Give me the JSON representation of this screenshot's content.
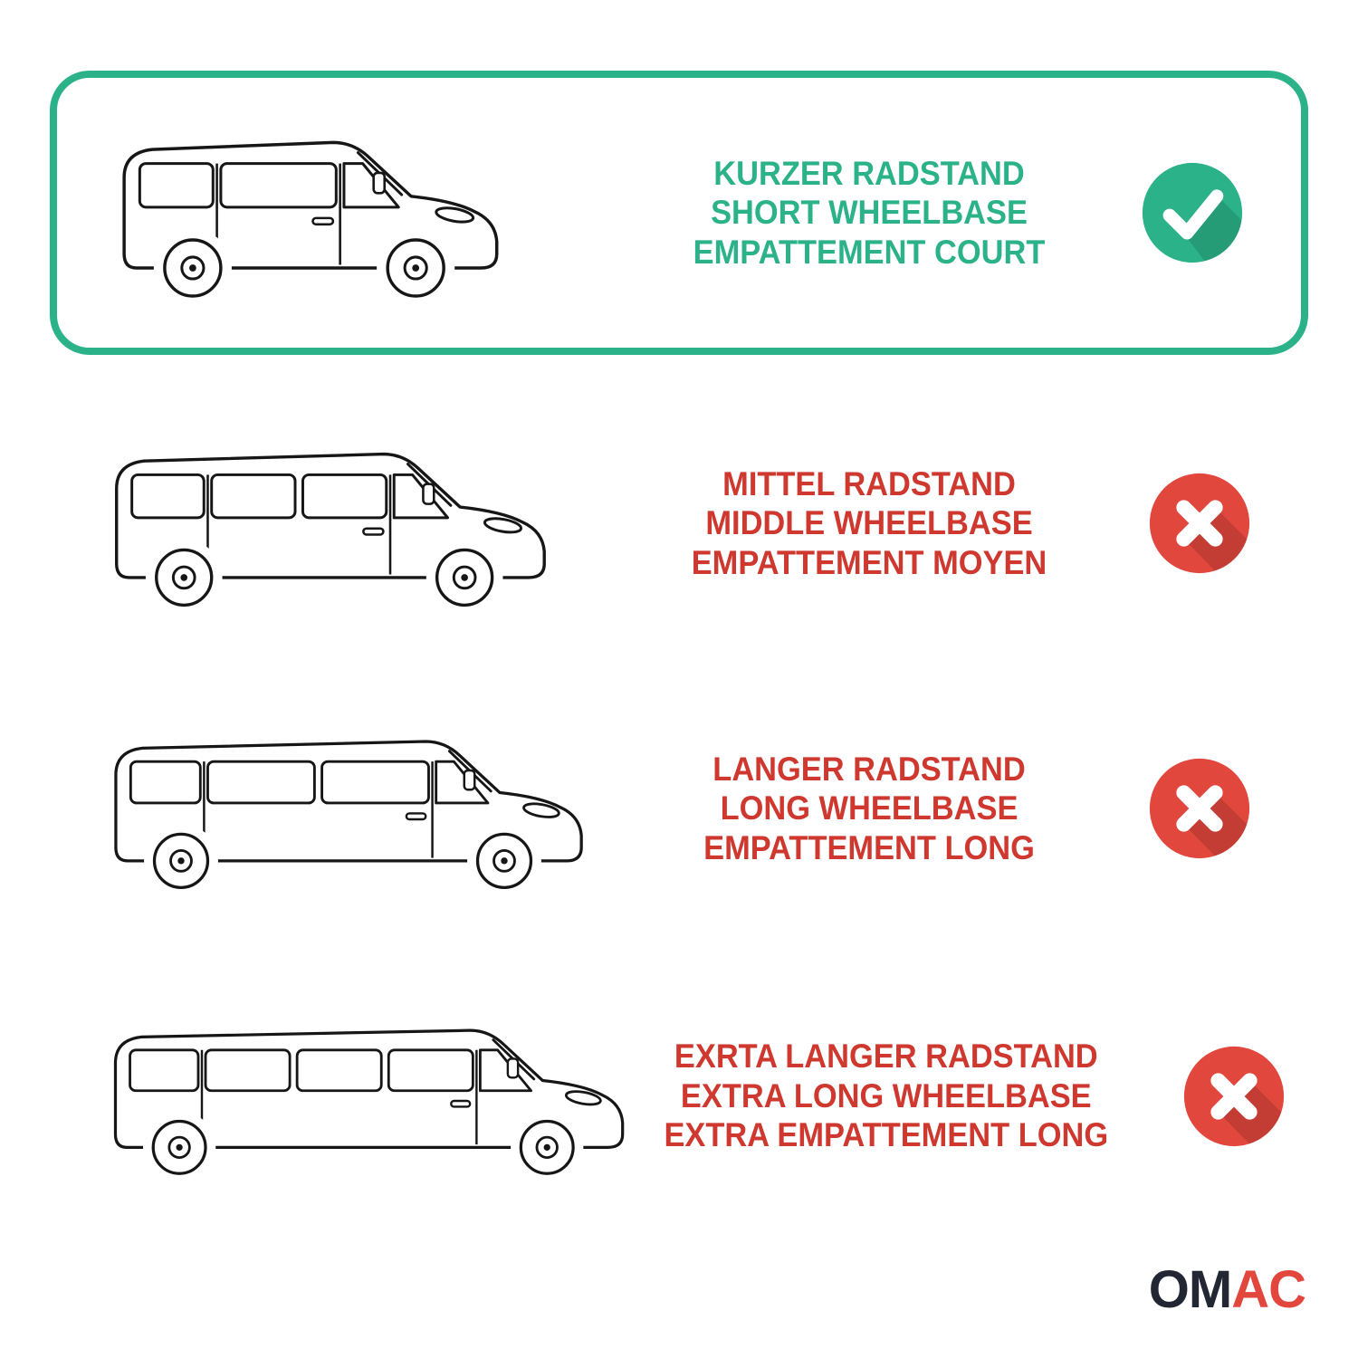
{
  "colors": {
    "green": "#2bb288",
    "green_dark": "#1f9c75",
    "red": "#ce382f",
    "red_bright": "#e2473d",
    "ink": "#161616",
    "logo_dark": "#232733"
  },
  "rows": [
    {
      "id": "short-wheelbase",
      "status": "check",
      "status_icon": "check-icon",
      "highlighted": true,
      "lines": [
        "KURZER RADSTAND",
        "SHORT WHEELBASE",
        "EMPATTEMENT COURT"
      ]
    },
    {
      "id": "middle-wheelbase",
      "status": "cross",
      "status_icon": "cross-icon",
      "highlighted": false,
      "lines": [
        "MITTEL RADSTAND",
        "MIDDLE WHEELBASE",
        "EMPATTEMENT MOYEN"
      ]
    },
    {
      "id": "long-wheelbase",
      "status": "cross",
      "status_icon": "cross-icon",
      "highlighted": false,
      "lines": [
        "LANGER RADSTAND",
        "LONG WHEELBASE",
        "EMPATTEMENT LONG"
      ]
    },
    {
      "id": "extra-long-wheelbase",
      "status": "cross",
      "status_icon": "cross-icon",
      "highlighted": false,
      "lines": [
        "EXRTA LANGER RADSTAND",
        "EXTRA LONG WHEELBASE",
        "EXTRA EMPATTEMENT LONG"
      ]
    }
  ],
  "logo": {
    "part_dark": "OM",
    "part_red": "AC"
  }
}
